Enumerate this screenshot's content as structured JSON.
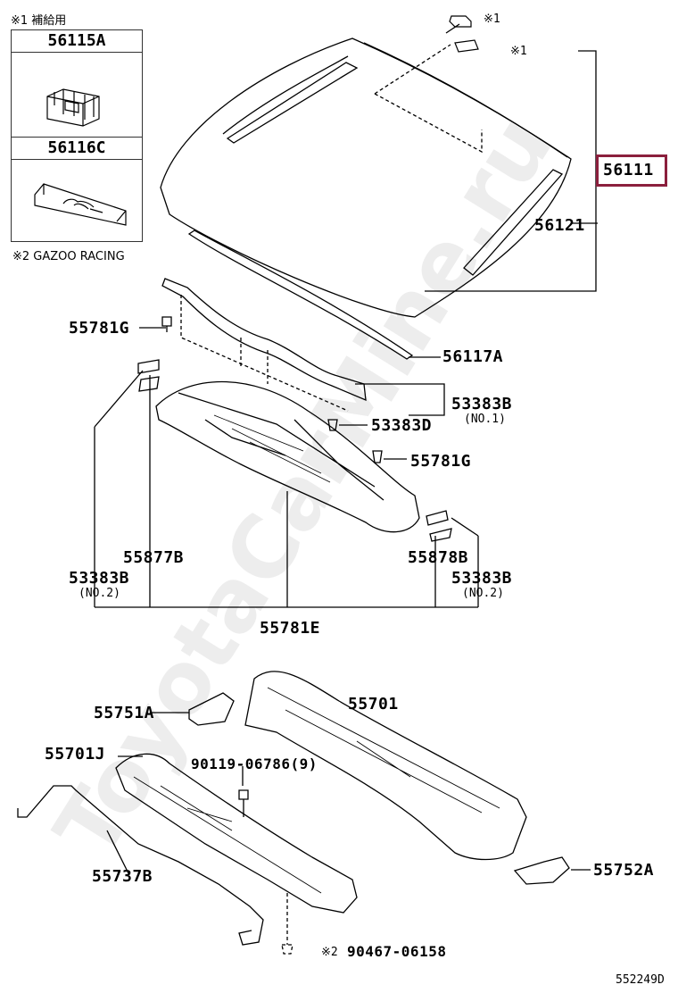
{
  "legend": {
    "header": "※1 補給用",
    "cells": [
      {
        "part": "56115A"
      },
      {
        "part": "56116C"
      }
    ],
    "footnote": "※2 GAZOO RACING"
  },
  "watermark": "ToyotaCarMine.ru",
  "highlight_color": "#8b1f3d",
  "labels": {
    "p56111": "56111",
    "p56121": "56121",
    "p56117A": "56117A",
    "p55781G_left": "55781G",
    "p53383B_no1": "53383B",
    "p53383B_no1_sub": "(NO.1)",
    "p53383D": "53383D",
    "p55781G_right": "55781G",
    "p55877B": "55877B",
    "p55878B": "55878B",
    "p53383B_no2_left": "53383B",
    "p53383B_no2_left_sub": "(NO.2)",
    "p53383B_no2_right": "53383B",
    "p53383B_no2_right_sub": "(NO.2)",
    "p55781E": "55781E",
    "p55751A": "55751A",
    "p55701": "55701",
    "p55701J": "55701J",
    "p90119": "90119-06786(9)",
    "p55737B": "55737B",
    "p55752A": "55752A",
    "p90467_mark": "※2",
    "p90467": "90467-06158",
    "clip_mark": "※1",
    "seal_mark": "※1",
    "diagram_id": "552249D"
  }
}
